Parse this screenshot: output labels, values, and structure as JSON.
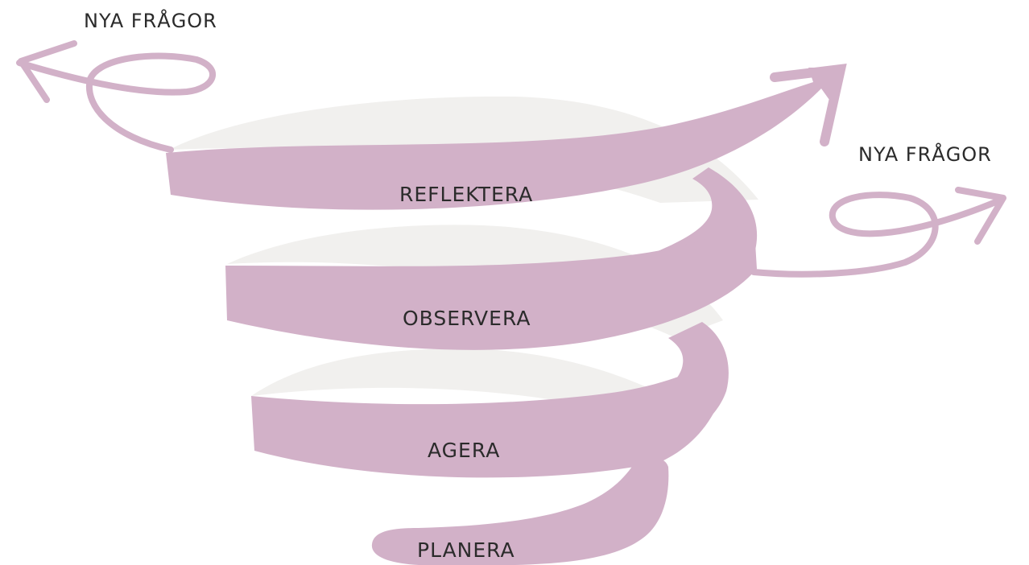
{
  "colors": {
    "ribbon": "#d2b1c8",
    "inner": "#f1f0ee",
    "text": "#2b2b2b"
  },
  "new_questions": {
    "left": "NYA FRÅGOR",
    "right": "NYA FRÅGOR"
  },
  "stages": {
    "reflect": "REFLEKTERA",
    "observe": "OBSERVERA",
    "act": "AGERA",
    "plan": "PLANERA"
  }
}
